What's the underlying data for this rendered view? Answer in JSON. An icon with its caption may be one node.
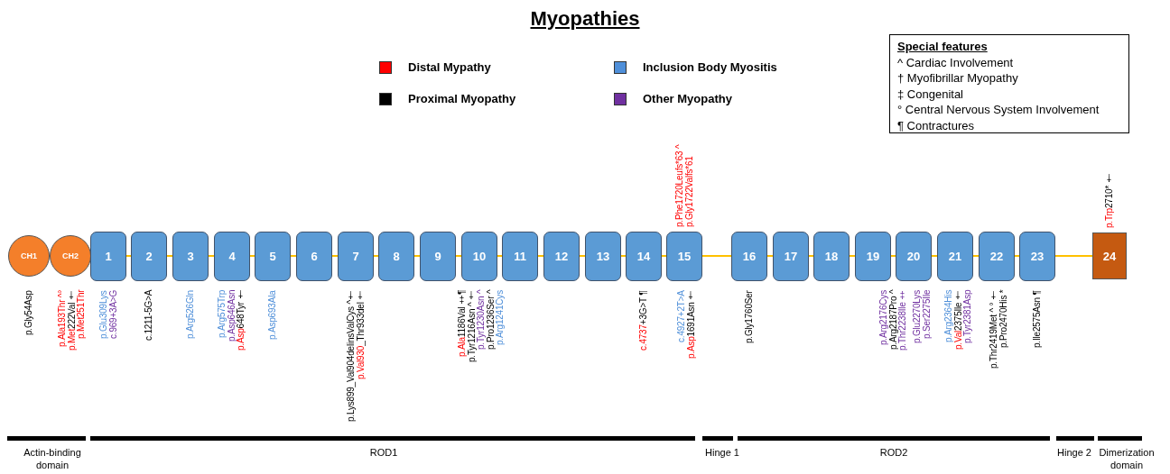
{
  "diagram": {
    "title": "Myopathies",
    "nodes": [
      {
        "text": [
          "CH1"
        ],
        "beside": [
          "p.Gly54Asp"
        ]
      },
      {
        "text": [
          "CH2"
        ],
        "beside": [
          "p.Ala193Thr ^°",
          "p.Met222Val †",
          "p.Met251Thr"
        ]
      },
      {
        "text": [
          "1"
        ],
        "beside": [
          "p.Glu309Lys",
          "c.969+3A>G"
        ]
      },
      {
        "text": [
          "2"
        ],
        "beside": [
          "c.1211-5G>A"
        ]
      },
      {
        "text": [
          "3"
        ],
        "beside": [
          "p.Arg526Gln"
        ]
      },
      {
        "text": [
          "4"
        ],
        "beside": [
          "p.Arg575Trp",
          "p.Asp646Asn",
          "p.Asp648Tyr †"
        ]
      },
      {
        "text": [
          "5"
        ],
        "beside": [
          "p.Asp693Ala"
        ]
      },
      {
        "text": [
          "6"
        ]
      },
      {
        "text": [
          "7"
        ],
        "beside": [
          "p.Lys899_Val904delinsValCys ^†",
          "p.Val930_Thr933del †"
        ]
      },
      {
        "text": [
          "8"
        ]
      },
      {
        "text": [
          "9"
        ]
      },
      {
        "text": [
          "10"
        ],
        "beside": [
          "p.Ala1186Val ‡¶",
          "p.Tyr1216Asn ^ †",
          "p.Tyr1230Asn ^",
          "p.Pro1236Ser ^",
          "p.Arg1241Cys"
        ]
      },
      {
        "text": [
          "11"
        ]
      },
      {
        "text": [
          "12"
        ]
      },
      {
        "text": [
          "13"
        ]
      },
      {
        "text": [
          "14"
        ],
        "beside": [
          "c.4737+3G>T ¶"
        ]
      },
      {
        "text": [
          "15"
        ],
        "beside": [
          "c.4927+2T>A",
          "p.Asp1691Asn †",
          "p.Phe1720Leufs*63 ^",
          "p.Gly1722Valfs*61"
        ]
      },
      {
        "text": [
          "16"
        ],
        "beside": [
          "p.Gly1760Ser"
        ]
      },
      {
        "text": [
          "17"
        ]
      },
      {
        "text": [
          "18"
        ]
      },
      {
        "text": [
          "19"
        ],
        "beside": [
          "p.Arg2176Cys",
          "p.Arg2187Pro ^",
          "p.Thr2238Ile ‡"
        ]
      },
      {
        "text": [
          "20"
        ],
        "beside": [
          "p.Glu2270Lys",
          "p.Ser2275Ile"
        ]
      },
      {
        "text": [
          "21"
        ],
        "beside": [
          "p.Arg2364His",
          "p.Val2375Ile †",
          "p.Tyr2381Asp"
        ]
      },
      {
        "text": [
          "22"
        ],
        "beside": [
          "p.Thr2419Met ^ ° †",
          "p.Pro2470His *"
        ]
      },
      {
        "text": [
          "23"
        ],
        "beside": [
          "p.Ile2575Asn ¶"
        ]
      },
      {
        "text": [
          "24"
        ],
        "beside": [
          "p.Trp2710* †"
        ]
      },
      {
        "text": [
          "Special features",
          "^ Cardiac Involvement",
          "† Myofibrillar Myopathy",
          "‡ Congenital",
          "° Central Nervous System Involvement",
          "¶ Contractures"
        ]
      }
    ],
    "edges": [
      {
        "from": 2,
        "to": 3,
        "arrow": "none"
      },
      {
        "from": 3,
        "to": 4,
        "arrow": "none"
      },
      {
        "from": 4,
        "to": 5,
        "arrow": "none"
      },
      {
        "from": 5,
        "to": 6,
        "arrow": "none"
      },
      {
        "from": 6,
        "to": 7,
        "arrow": "none"
      },
      {
        "from": 7,
        "to": 8,
        "arrow": "none"
      },
      {
        "from": 8,
        "to": 9,
        "arrow": "none"
      },
      {
        "from": 9,
        "to": 10,
        "arrow": "none"
      },
      {
        "from": 10,
        "to": 11,
        "arrow": "none"
      },
      {
        "from": 11,
        "to": 12,
        "arrow": "none"
      },
      {
        "from": 12,
        "to": 13,
        "arrow": "none"
      },
      {
        "from": 13,
        "to": 14,
        "arrow": "none"
      },
      {
        "from": 14,
        "to": 15,
        "arrow": "none"
      },
      {
        "from": 15,
        "to": 16,
        "arrow": "none"
      },
      {
        "from": 16,
        "to": 17,
        "arrow": "none"
      },
      {
        "from": 17,
        "to": 18,
        "arrow": "none"
      },
      {
        "from": 18,
        "to": 19,
        "arrow": "none"
      },
      {
        "from": 19,
        "to": 20,
        "arrow": "none"
      },
      {
        "from": 20,
        "to": 21,
        "arrow": "none"
      },
      {
        "from": 21,
        "to": 22,
        "arrow": "none"
      },
      {
        "from": 22,
        "to": 23,
        "arrow": "none"
      },
      {
        "from": 23,
        "to": 24,
        "arrow": "none"
      },
      {
        "from": 24,
        "to": 25,
        "arrow": "none"
      }
    ],
    "labels": [
      "Actin-binding domain",
      "ROD1",
      "Hinge 1",
      "ROD2",
      "Hinge 2",
      "Dimerization domain"
    ],
    "legend": [
      {
        "text": "Distal Mypathy",
        "color": "#ff0000"
      },
      {
        "text": "Inclusion Body Myositis",
        "color": "#4f8fd9"
      },
      {
        "text": "Proximal Myopathy",
        "color": "#000000"
      },
      {
        "text": "Other Myopathy",
        "color": "#7030a0"
      }
    ]
  }
}
